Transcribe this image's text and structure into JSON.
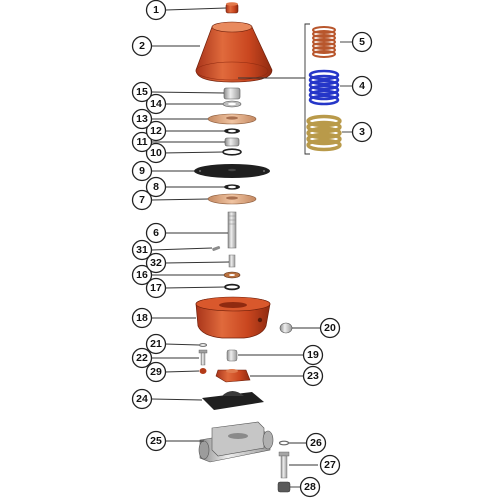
{
  "diagram": {
    "kind": "exploded-parts-view",
    "callouts": [
      "1",
      "2",
      "3",
      "4",
      "5",
      "6",
      "7",
      "8",
      "9",
      "10",
      "11",
      "12",
      "13",
      "14",
      "15",
      "16",
      "17",
      "18",
      "19",
      "20",
      "21",
      "22",
      "23",
      "24",
      "25",
      "26",
      "27",
      "28",
      "29",
      "31",
      "32"
    ]
  },
  "colors": {
    "body_orange": "#c9461f",
    "body_orange_light": "#e0663a",
    "body_orange_dark": "#8f2a10",
    "spring_copper": "#b8562c",
    "spring_blue": "#2536c8",
    "spring_gold": "#b99a4a",
    "metal": "#c8c8c8",
    "rubber": "#1f1f1f",
    "disc_tan": "#d9a17a"
  }
}
